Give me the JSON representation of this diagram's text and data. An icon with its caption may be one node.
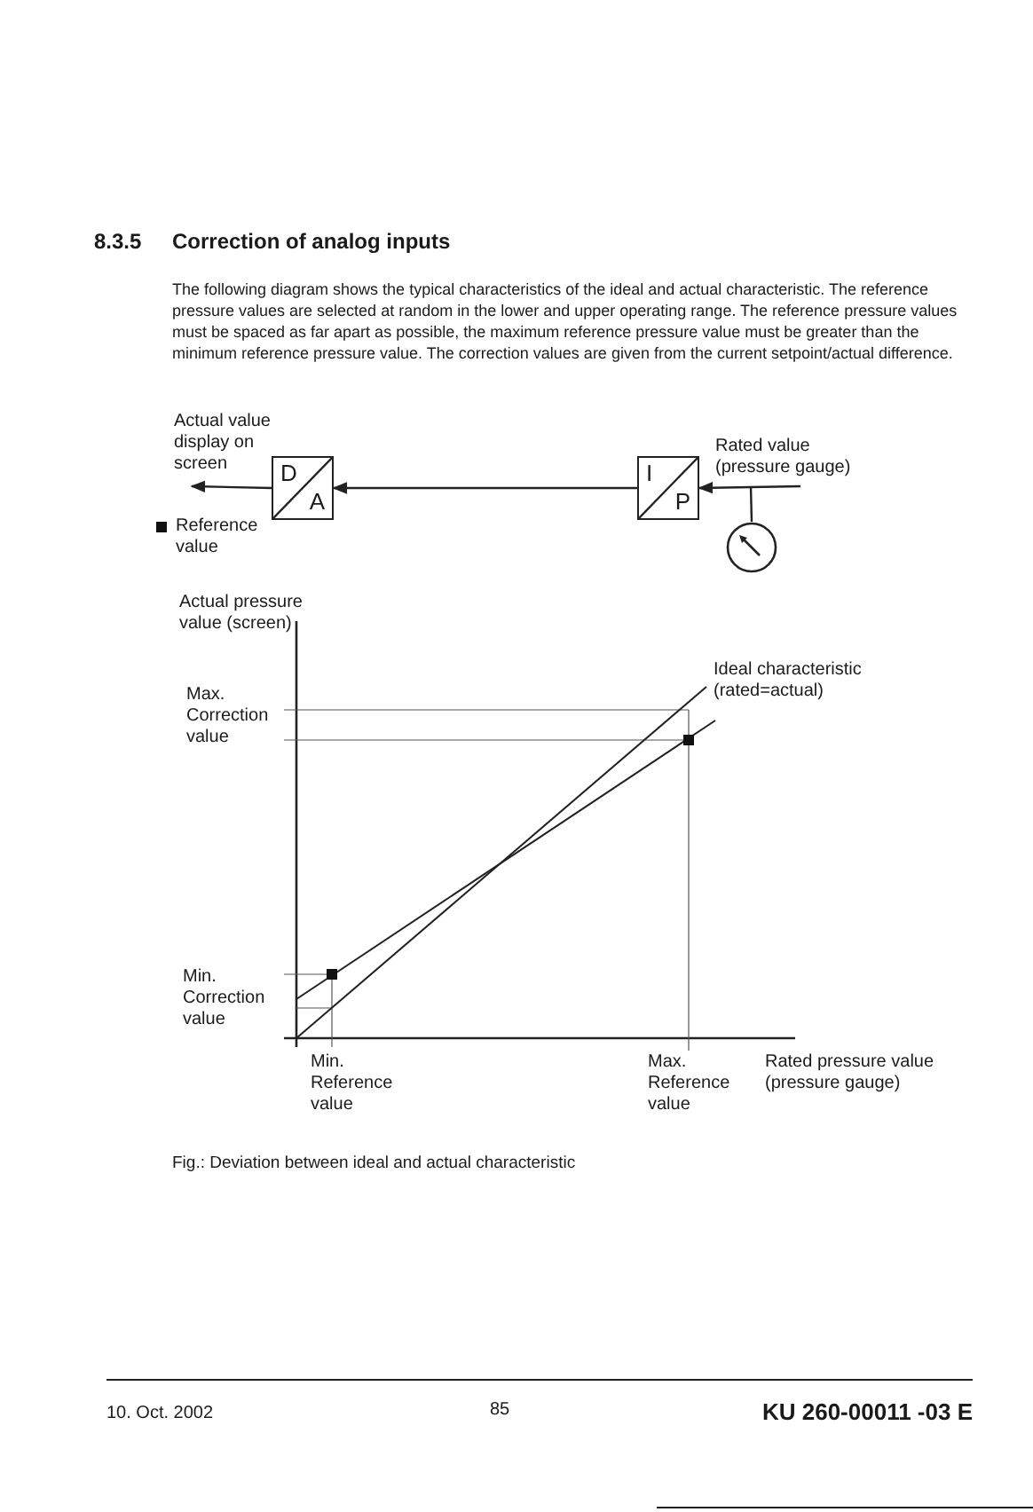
{
  "diagram": {
    "title": "Correction of analog inputs",
    "caption": "Fig.: Deviation between ideal and actual characteristic",
    "nodes": [
      {
        "text": [
          "D",
          "A"
        ]
      },
      {
        "text": [
          "I",
          "P"
        ]
      },
      {
        "text": [],
        "shape": "circle"
      },
      {
        "text": [
          "Actual value display on screen"
        ]
      },
      {
        "text": [
          "Rated value (pressure gauge)"
        ]
      }
    ],
    "edges": [
      {
        "from": 0,
        "to": 3,
        "arrow": "to"
      },
      {
        "from": 1,
        "to": 0,
        "arrow": "to"
      },
      {
        "from": 4,
        "to": 1,
        "arrow": "to"
      },
      {
        "from": 2,
        "to": 4,
        "arrow": "none"
      }
    ],
    "labels": [
      "8.3.5",
      "The following diagram shows the typical characteristics of the ideal and actual characteristic.  The reference pressure values are selected at random in the lower and upper operating range. The reference pressure values must be spaced as far apart as possible, the maximum reference pressure value must be greater than the minimum reference pressure value. The correction values are given from the current setpoint/actual difference.",
      "Actual pressure value (screen)",
      "Ideal characteristic (rated=actual)",
      "Max. Correction value",
      "Min. Correction value",
      "Min. Reference value",
      "Max. Reference value",
      "Rated pressure value (pressure gauge)",
      "10. Oct. 2002",
      "85",
      "KU 260-00011 -03 E"
    ],
    "legend": [
      {
        "text": "Reference value",
        "color": "#111111"
      }
    ]
  }
}
